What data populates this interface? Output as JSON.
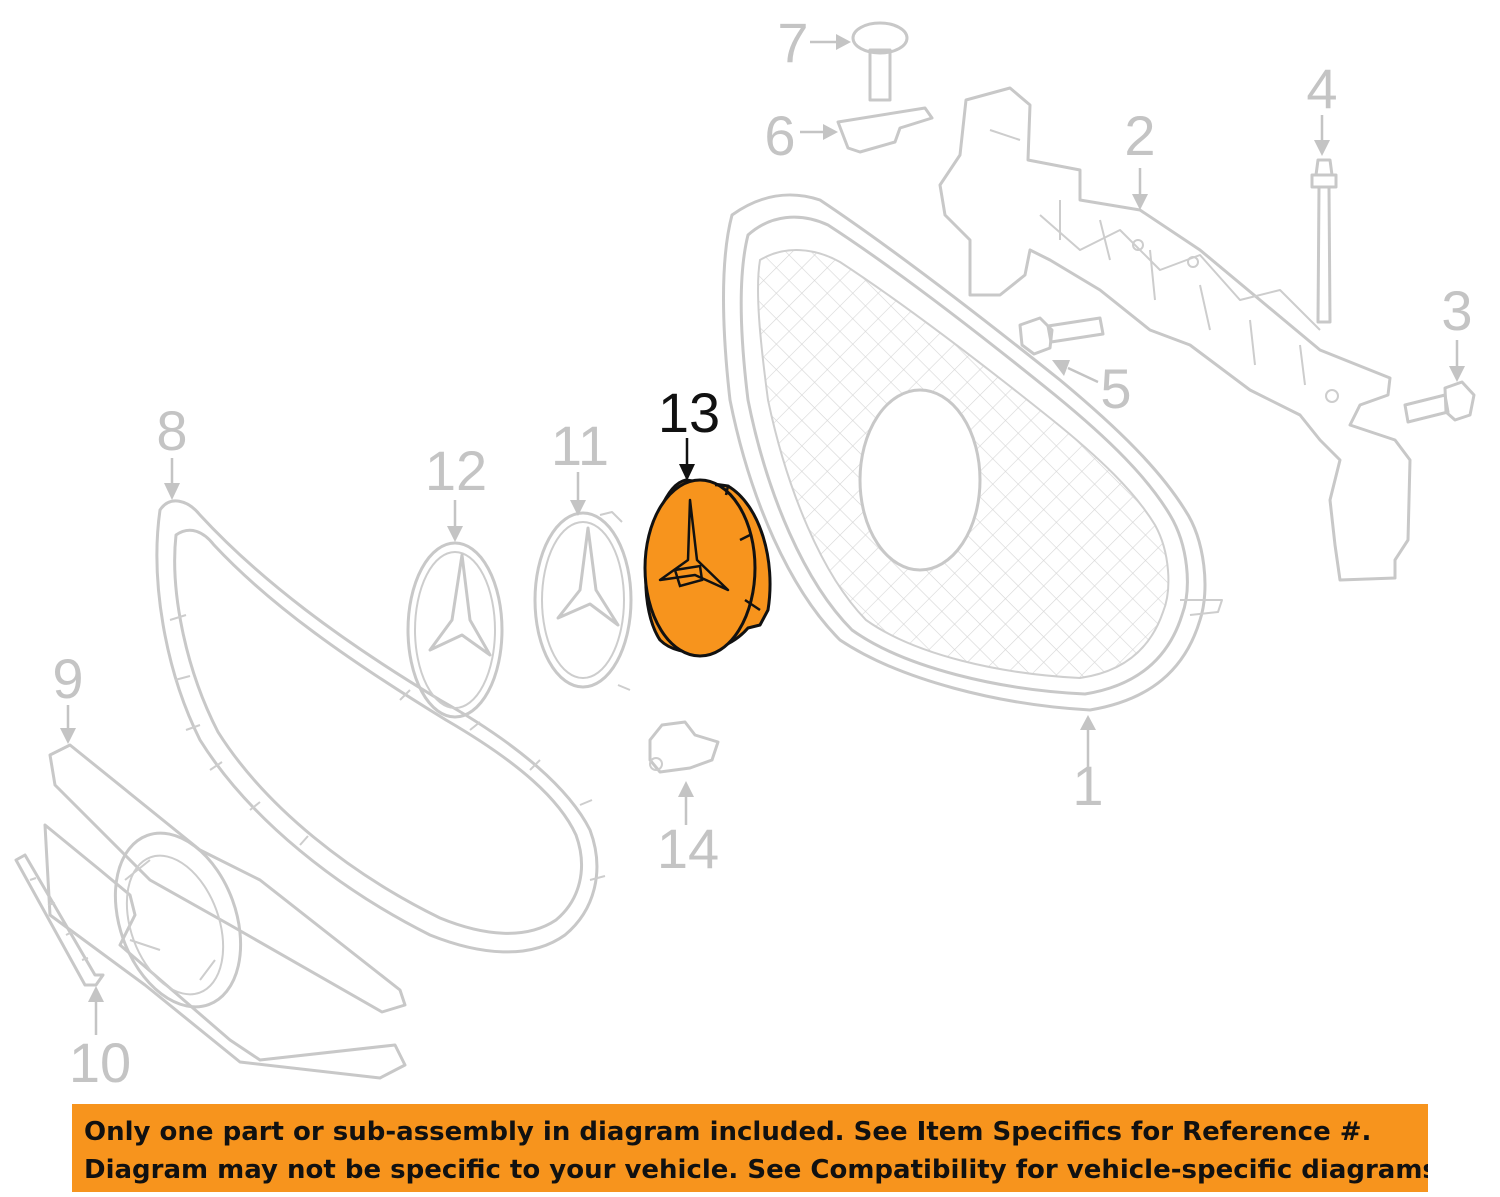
{
  "highlighted_part": "13",
  "colors": {
    "highlight": "#f7941d",
    "part_lines": "#c8c8c8",
    "active_label": "#111111"
  },
  "callouts": {
    "c1": "1",
    "c2": "2",
    "c3": "3",
    "c4": "4",
    "c5": "5",
    "c6": "6",
    "c7": "7",
    "c8": "8",
    "c9": "9",
    "c10": "10",
    "c11": "11",
    "c12": "12",
    "c13": "13",
    "c14": "14"
  },
  "notice": {
    "line1": "Only one part or sub-assembly in diagram included. See Item Specifics for Reference #.",
    "line2": "Diagram may not be specific to your vehicle. See Compatibility for vehicle-specific diagrams."
  }
}
